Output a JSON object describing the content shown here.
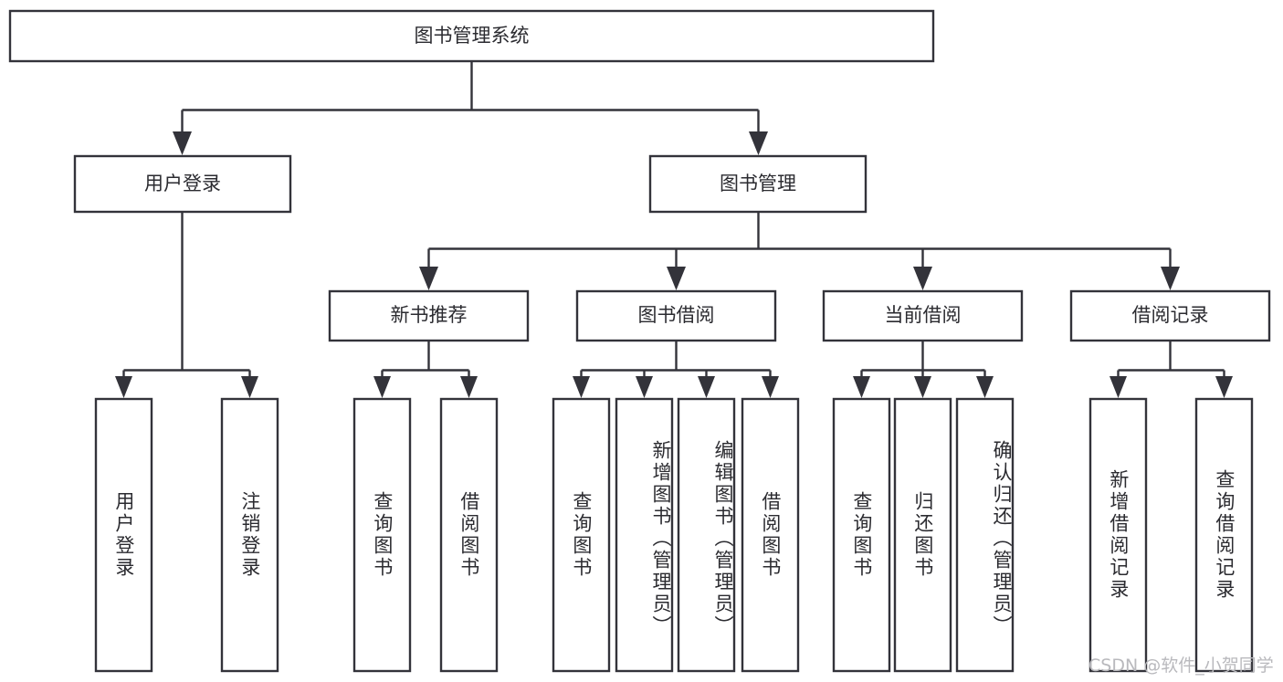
{
  "diagram": {
    "type": "tree-structure-chart",
    "title": "图书管理系统",
    "watermark": "CSDN @软件_小贺同学",
    "colors": {
      "stroke": "#33333a",
      "fill": "#ffffff",
      "text": "#2b2b30",
      "watermark": "#b9b9bd",
      "background": "#ffffff"
    },
    "nodes": {
      "root": {
        "label": "图书管理系统"
      },
      "level2": [
        {
          "id": "user-login",
          "label": "用户登录"
        },
        {
          "id": "book-manage",
          "label": "图书管理"
        }
      ],
      "level3": [
        {
          "id": "new-book-rec",
          "label": "新书推荐"
        },
        {
          "id": "book-borrow",
          "label": "图书借阅"
        },
        {
          "id": "current-borrow",
          "label": "当前借阅"
        },
        {
          "id": "borrow-record",
          "label": "借阅记录"
        }
      ],
      "leaves": {
        "user-login": [
          {
            "id": "leaf-user-login",
            "label": "用户登录"
          },
          {
            "id": "leaf-user-logout",
            "label": "注销登录"
          }
        ],
        "new-book-rec": [
          {
            "id": "leaf-query-book-1",
            "label": "查询图书"
          },
          {
            "id": "leaf-borrow-book-1",
            "label": "借阅图书"
          }
        ],
        "book-borrow": [
          {
            "id": "leaf-query-book-2",
            "label": "查询图书"
          },
          {
            "id": "leaf-add-book",
            "label": "新增图书（管理员）"
          },
          {
            "id": "leaf-edit-book",
            "label": "编辑图书（管理员）"
          },
          {
            "id": "leaf-borrow-book-2",
            "label": "借阅图书"
          }
        ],
        "current-borrow": [
          {
            "id": "leaf-query-book-3",
            "label": "查询图书"
          },
          {
            "id": "leaf-return-book",
            "label": "归还图书"
          },
          {
            "id": "leaf-confirm-return",
            "label": "确认归还（管理员）"
          }
        ],
        "borrow-record": [
          {
            "id": "leaf-add-record",
            "label": "新增借阅记录"
          },
          {
            "id": "leaf-query-record",
            "label": "查询借阅记录"
          }
        ]
      }
    }
  }
}
